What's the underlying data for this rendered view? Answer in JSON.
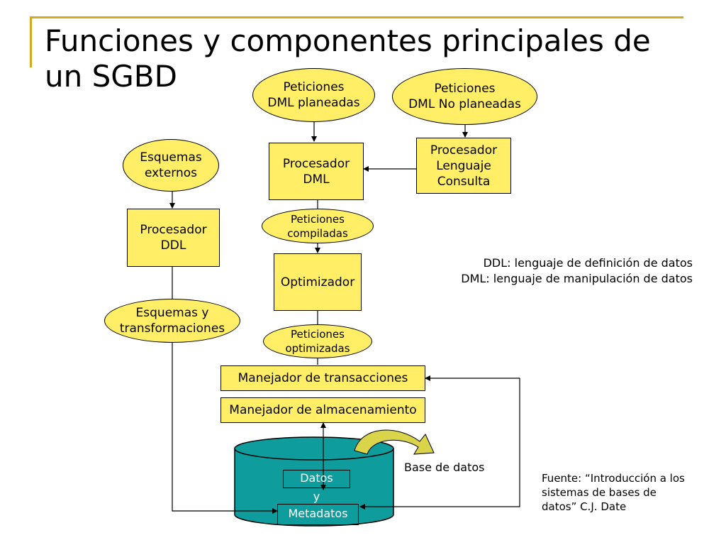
{
  "slide": {
    "title": "Funciones y componentes principales de un SGBD"
  },
  "nodes": {
    "pet_dml_planeadas": "Peticiones\nDML planeadas",
    "pet_dml_no_planeadas": "Peticiones\nDML No planeadas",
    "esquemas_externos": "Esquemas\nexternos",
    "procesador_dml": "Procesador\nDML",
    "procesador_lenguaje_consulta": "Procesador\nLenguaje\nConsulta",
    "procesador_ddl": "Procesador\nDDL",
    "pet_compiladas": "Peticiones\ncompiladas",
    "optimizador": "Optimizador",
    "esquemas_transformaciones": "Esquemas y\ntransformaciones",
    "pet_optimizadas": "Peticiones\noptimizadas",
    "manejador_transacciones": "Manejador de transacciones",
    "manejador_almacenamiento": "Manejador de almacenamiento",
    "base_de_datos": "Base de datos",
    "datos": "Datos",
    "y": "y",
    "metadatos": "Metadatos"
  },
  "legend": {
    "ddl": "DDL: lenguaje de definición de datos",
    "dml": "DML: lenguaje de manipulación de datos"
  },
  "source": "Fuente: “Introducción a los\nsistemas de bases de\ndatos” C.J. Date",
  "colors": {
    "node_fill": "#ffee66",
    "database_fill": "#0e9c9c",
    "accent": "#d7a91e",
    "curved_arrow_fill": "#d9d44a"
  }
}
